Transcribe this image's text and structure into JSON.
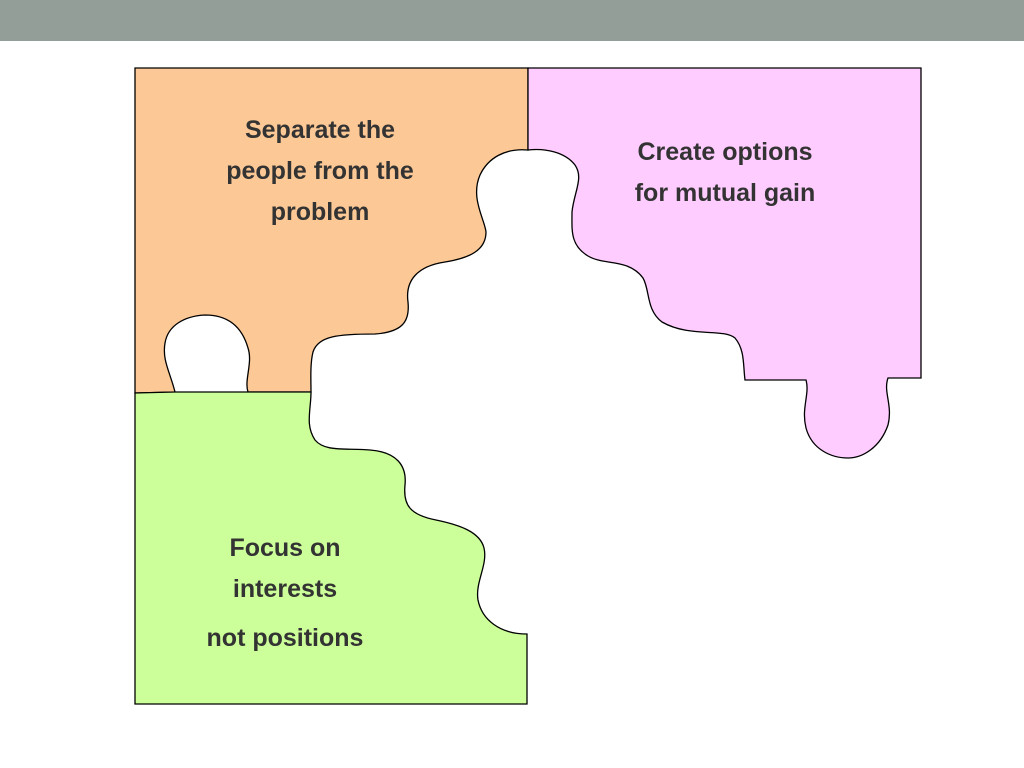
{
  "colors": {
    "top_bar": "#939e99",
    "piece_orange": "#fcc895",
    "piece_pink": "#ffccff",
    "piece_green": "#ccff99",
    "outline": "#000000",
    "text": "#333333"
  },
  "pieces": {
    "orange": {
      "label": "Separate the\npeople from the\nproblem"
    },
    "pink": {
      "label": "Create options\nfor mutual gain"
    },
    "green": {
      "label_line1": "Focus on\ninterests",
      "label_line2": "not positions"
    }
  }
}
